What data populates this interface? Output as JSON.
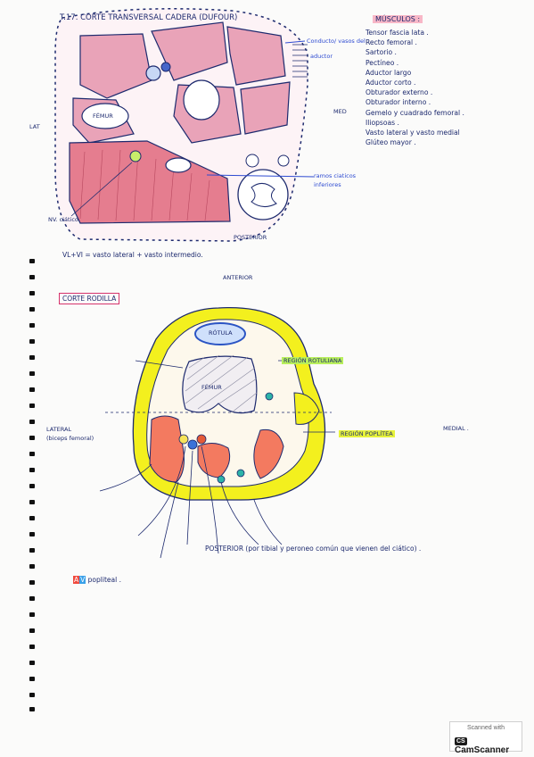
{
  "diagram_top": {
    "title": "T.17. CORTE TRANSVERSAL CADERA (DUFOUR)",
    "labels": {
      "conducto": "Conducto/ vasos del",
      "conducto2": "aductor",
      "femur": "FÉMUR",
      "ramos": "ramos ciaticos",
      "ramos2": "inferiores",
      "nv_ciatico": "NV. ciático",
      "posterior": "POSTERIOR",
      "lat": "LAT",
      "med": "MED",
      "vl_vi": "VL+VI = vasto lateral + vasto intermedio."
    }
  },
  "muscles": {
    "header": "MÚSCULOS :",
    "items": [
      "Tensor fascia lata .",
      "Recto femoral .",
      "Sartorio .",
      "Pectíneo .",
      "Aductor largo",
      "Aductor corto .",
      "Obturador externo .",
      "Obturador interno .",
      "Gemelo y cuadrado femoral .",
      "Iliopsoas .",
      "Vasto lateral y vasto medial",
      "Glúteo mayor ."
    ]
  },
  "diagram_knee": {
    "anterior": "ANTERIOR",
    "title": "CORTE RODILLA",
    "rotula": "RÓTULA",
    "femur": "FÉMUR",
    "region_rotuliana": "REGIÓN ROTULIANA",
    "region_poplitea": "REGIÓN POPLÍTEA",
    "medial": "MEDIAL .",
    "lateral": "LATERAL",
    "lateral_sub": "(biceps femoral)",
    "posterior_note": "POSTERIOR (por tibial y peroneo común que vienen del ciático) .",
    "av_a": "A",
    "av_v": "V",
    "av_label": "popliteal ."
  },
  "scanner": {
    "line1": "Scanned with",
    "brand": "CamScanner",
    "badge": "CS"
  },
  "colors": {
    "ink": "#1d2a6e",
    "muscle": "#e9a3b8",
    "knee_ring": "#f3f01e",
    "knee_muscle": "#f37a60"
  }
}
